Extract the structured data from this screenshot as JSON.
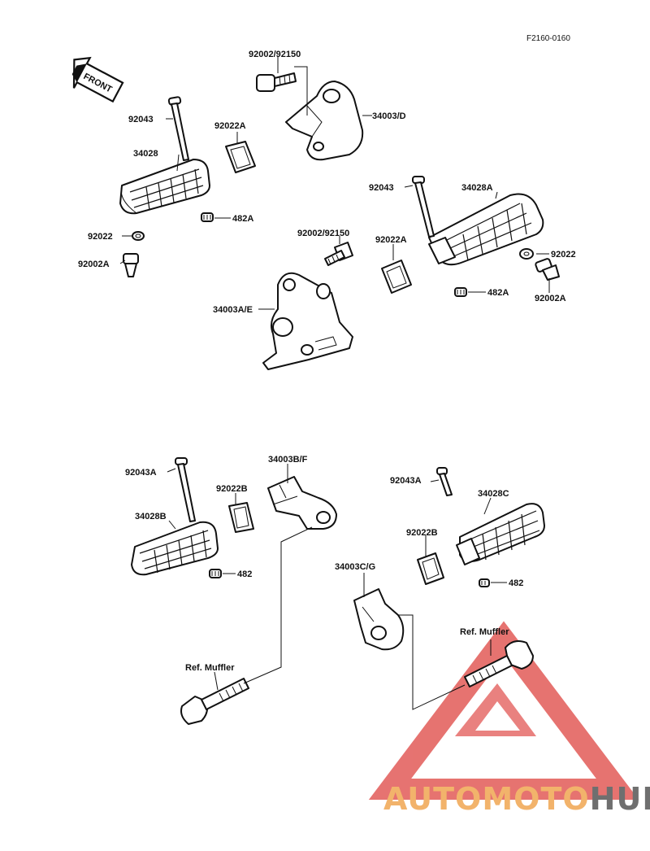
{
  "diagram_code": "F2160-0160",
  "front_marker": "FRONT",
  "labels": {
    "l_92002_92150_a": "92002/92150",
    "l_34003_d": "34003/D",
    "l_92043_a": "92043",
    "l_92022a_a": "92022A",
    "l_34028": "34028",
    "l_482a_a": "482A",
    "l_92022_a": "92022",
    "l_92002a_a": "92002A",
    "l_92043_b": "92043",
    "l_34028a": "34028A",
    "l_92002_92150_b": "92002/92150",
    "l_92022a_b": "92022A",
    "l_92022_b": "92022",
    "l_34003ae": "34003A/E",
    "l_482a_b": "482A",
    "l_92002a_b": "92002A",
    "l_92043a_a": "92043A",
    "l_34003bf": "34003B/F",
    "l_92022b_a": "92022B",
    "l_34028b": "34028B",
    "l_482_a": "482",
    "l_92043a_b": "92043A",
    "l_34028c": "34028C",
    "l_92022b_b": "92022B",
    "l_34003cg": "34003C/G",
    "l_482_b": "482",
    "l_ref_muffler_a": "Ref. Muffler",
    "l_ref_muffler_b": "Ref. Muffler"
  },
  "watermark": {
    "brand_part1": "AUTOMOTO",
    "brand_part2": "HUB",
    "color_part1": "#f2b36b",
    "color_part2": "#6f6f6f",
    "logo_color": "#e25b58"
  }
}
